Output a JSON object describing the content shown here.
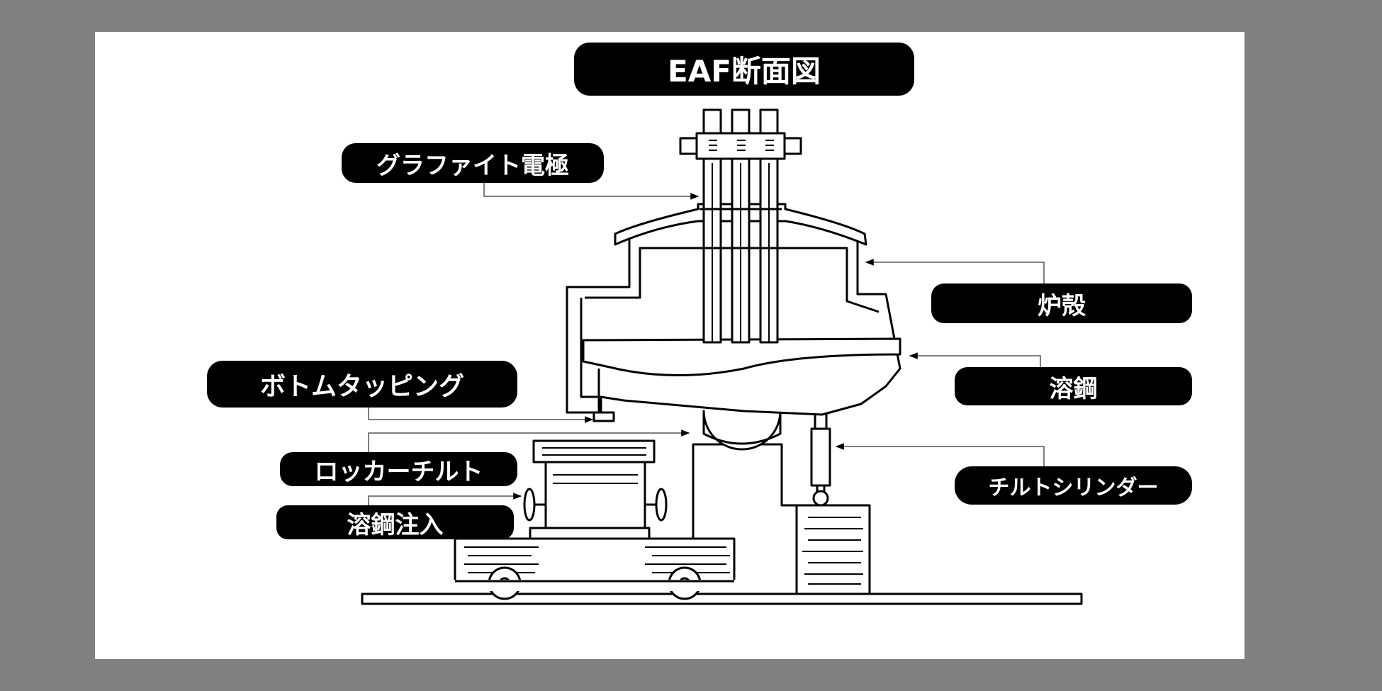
{
  "title": "EAF断面図",
  "labels": {
    "electrode": "グラファイト電極",
    "shell": "炉殻",
    "molten_steel": "溶鋼",
    "bottom_tapping": "ボトムタッピング",
    "rocker_tilt": "ロッカーチルト",
    "tilt_cylinder": "チルトシリンダー",
    "pouring": "溶鋼注入"
  },
  "colors": {
    "background": "#808080",
    "canvas": "#ffffff",
    "label_bg": "#000000",
    "label_text": "#ffffff",
    "line": "#000000"
  }
}
